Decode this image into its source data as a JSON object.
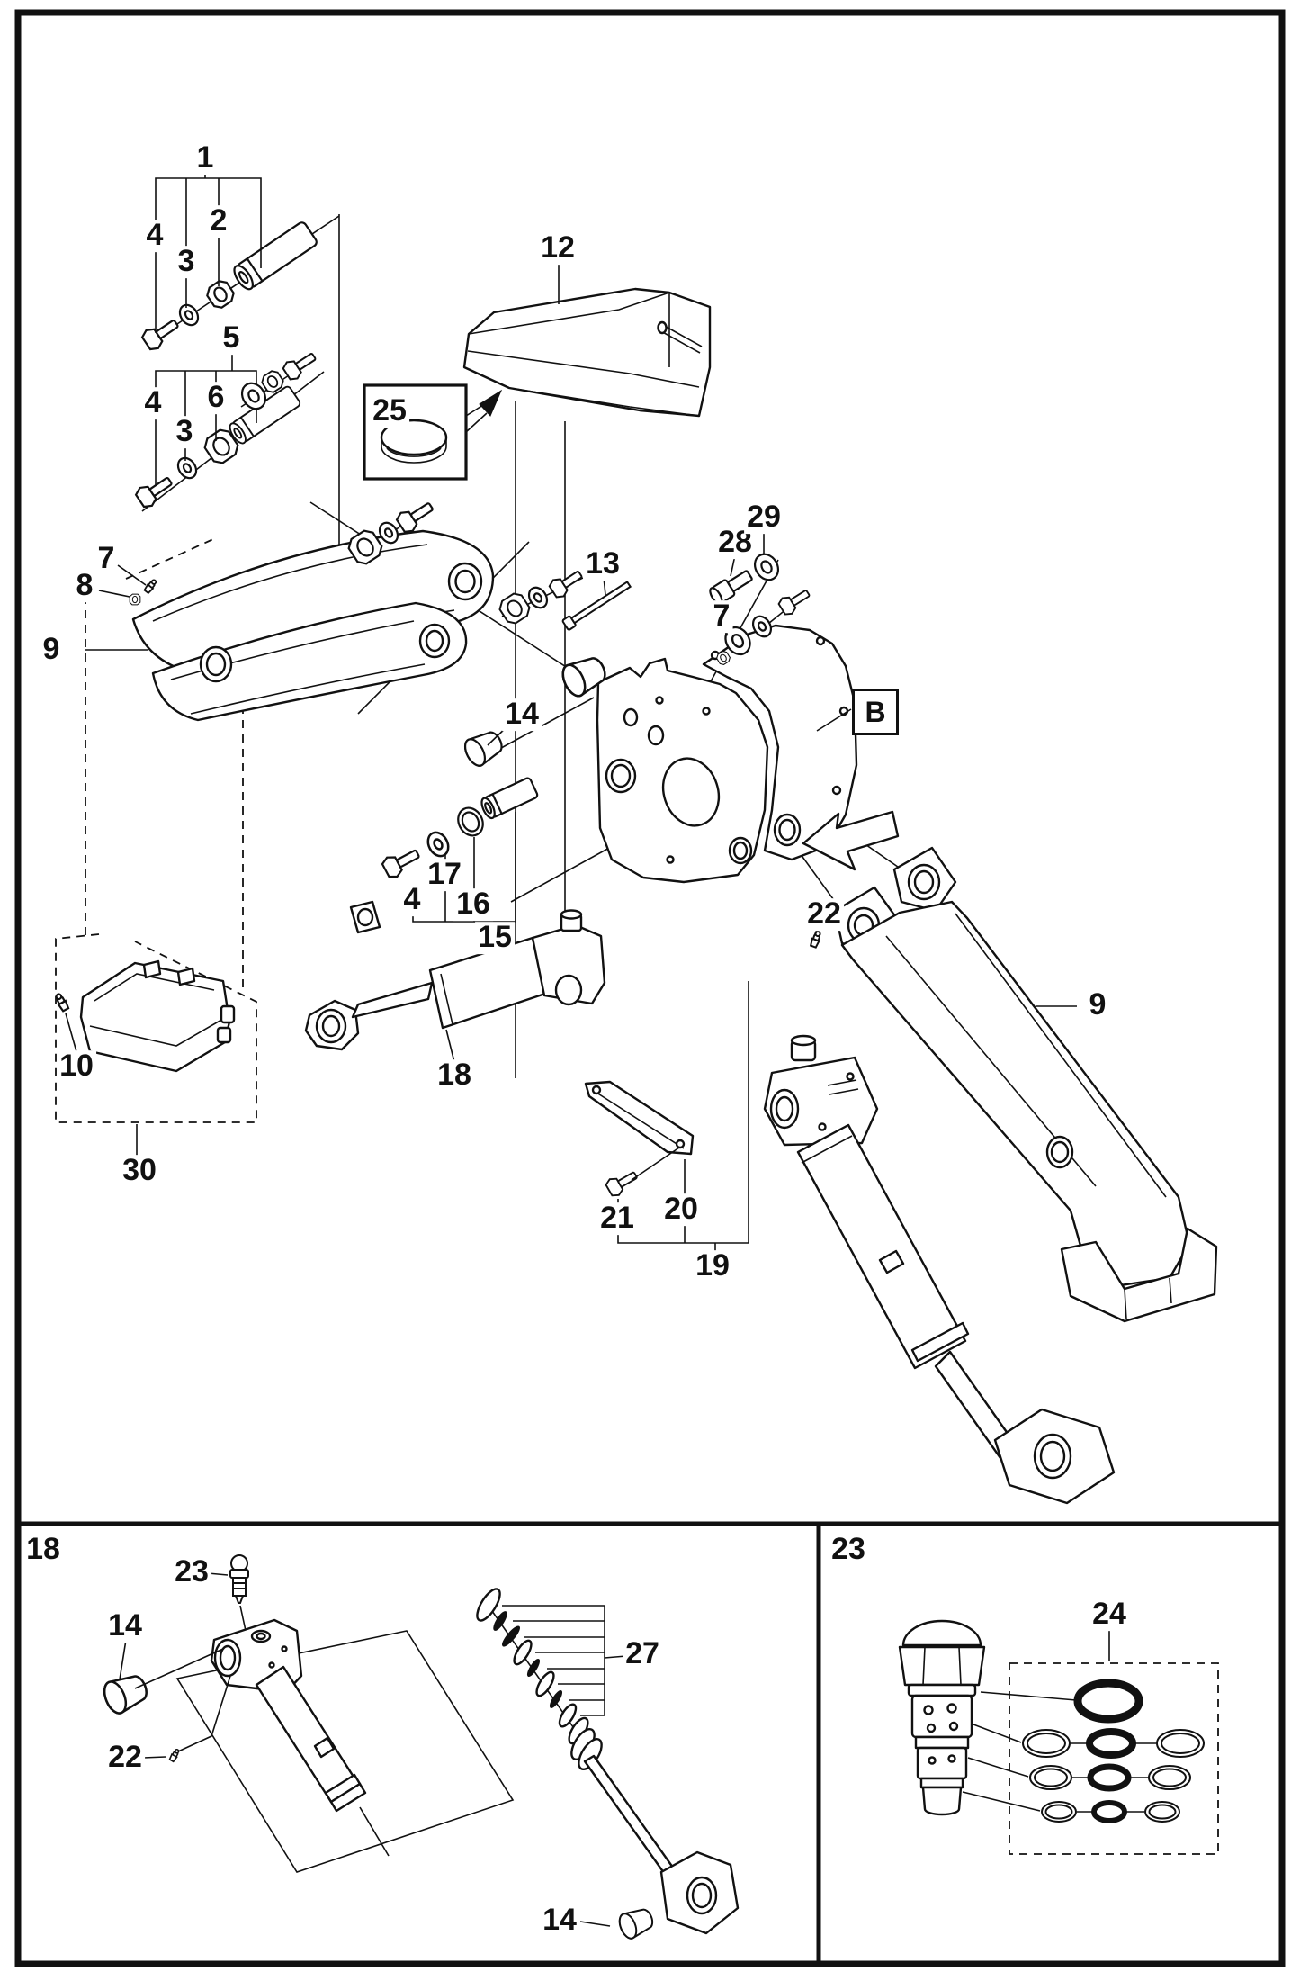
{
  "colors": {
    "background": "#ffffff",
    "line": "#111111"
  },
  "callouts": {
    "c1": "1",
    "c2": "2",
    "c3a": "3",
    "c3b": "3",
    "c4a": "4",
    "c4b": "4",
    "c4c": "4",
    "c5": "5",
    "c6": "6",
    "c7a": "7",
    "c7b": "7",
    "c8": "8",
    "c9a": "9",
    "c9b": "9",
    "c10": "10",
    "c12": "12",
    "c13": "13",
    "c14a": "14",
    "c14b": "14",
    "c14c": "14",
    "c15": "15",
    "c16": "16",
    "c17": "17",
    "c18": "18",
    "c19": "19",
    "c20": "20",
    "c21": "21",
    "c22a": "22",
    "c22b": "22",
    "c23a": "23",
    "c24": "24",
    "c25": "25",
    "c27": "27",
    "c28": "28",
    "c29": "29",
    "c30": "30"
  },
  "panels": {
    "bottom_left": "18",
    "bottom_right": "23"
  },
  "detail_markers": {
    "b": "B"
  }
}
